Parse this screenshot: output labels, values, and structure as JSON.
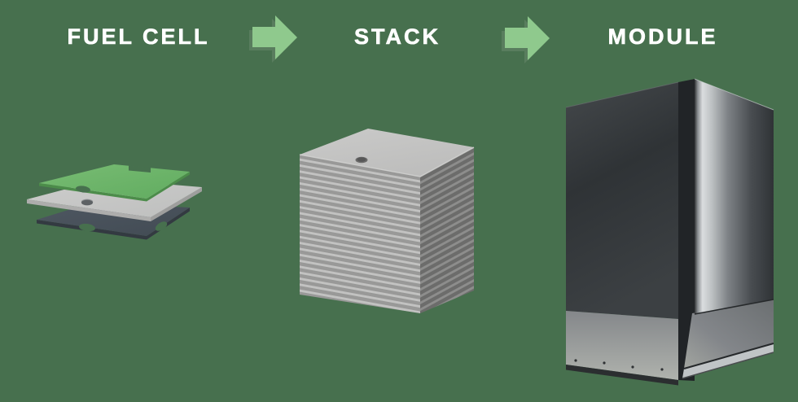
{
  "page": {
    "title": "Fuel cell to module assembly diagram",
    "background_color": "#47704E"
  },
  "pipeline": {
    "steps": [
      {
        "id": "fuel-cell",
        "label": "FUEL CELL",
        "graphic": "exploded-fuel-cell-plates"
      },
      {
        "id": "stack",
        "label": "STACK",
        "graphic": "stacked-cells-cube"
      },
      {
        "id": "module",
        "label": "MODULE",
        "graphic": "module-enclosure-cabinet"
      }
    ],
    "arrows": [
      {
        "id": "arrow-fuel-cell-to-stack",
        "direction": "right"
      },
      {
        "id": "arrow-stack-to-module",
        "direction": "right"
      }
    ]
  },
  "colors": {
    "background": "#47704E",
    "label_text": "#FFFFFF",
    "arrow_fill": "#8FC98D",
    "arrow_shadow": "#5E8163",
    "cell_plate_green": "#6CB469",
    "cell_plate_green_edge": "#4C8C4A",
    "cell_plate_gray": "#C6C7C6",
    "cell_plate_gray_edge": "#ADADAC",
    "cell_plate_dark": "#49525B",
    "cell_plate_dark_edge": "#333A41",
    "stack_top_gray": "#C4C4C3",
    "stack_stripe_light": "#C2C2C1",
    "stack_stripe_dark": "#999998",
    "stack_side_stripe_light": "#8D8D8C",
    "stack_side_stripe_dark": "#6C6C6B",
    "module_face_dark": "#33373A",
    "module_door_silver": "#C0C4C6",
    "module_base_gray": "#9DA09C",
    "module_plinth_dark": "#2B2E30"
  }
}
